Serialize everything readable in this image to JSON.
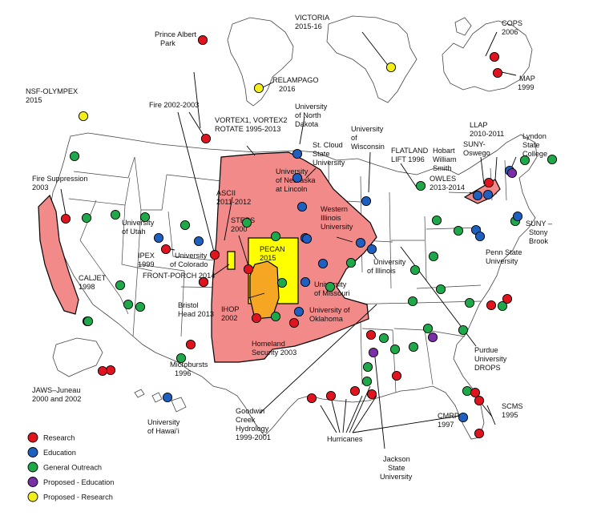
{
  "colors": {
    "research": "#e0141e",
    "education": "#1f5fbf",
    "outreach": "#1fa84a",
    "proposed_education": "#7a2fa6",
    "proposed_research": "#f2ee1a",
    "campaign_region": "#f28a8a",
    "pecan_region": "#ffff00",
    "ihop_region": "#f5a623"
  },
  "legend": [
    {
      "key": "research",
      "label": "Research"
    },
    {
      "key": "education",
      "label": "Education"
    },
    {
      "key": "outreach",
      "label": "General Outreach"
    },
    {
      "key": "proposed_education",
      "label": "Proposed - Education"
    },
    {
      "key": "proposed_research",
      "label": "Proposed - Research"
    }
  ],
  "labels": {
    "prince_albert": [
      "Prince Albert",
      "Park"
    ],
    "nsf_olympex": [
      "NSF-OLYMPEX",
      "2015"
    ],
    "fire_2002": [
      "Fire 2002-2003"
    ],
    "fire_suppression": [
      "Fire Suppression",
      "2003"
    ],
    "caljet": [
      "CALJET",
      "1998"
    ],
    "univ_utah": [
      "University",
      "of Utah"
    ],
    "ipex": [
      "IPEX",
      "1999"
    ],
    "univ_colorado": [
      "University",
      "of Colorado"
    ],
    "front_porch": [
      "FRONT-PORCH 2014"
    ],
    "bristol_head": [
      "Bristol",
      "Head 2013"
    ],
    "ihop": [
      "IHOP",
      "2002"
    ],
    "microbursts": [
      "Microbursts",
      "1996"
    ],
    "jaws": [
      "JAWS–Juneau",
      "2000 and 2002"
    ],
    "univ_hawaii": [
      "University",
      "of Hawai’i"
    ],
    "victoria": [
      "VICTORIA",
      "2015-16"
    ],
    "relampago": [
      "RELAMPAGO",
      "2016"
    ],
    "cops": [
      "COPS",
      "2006"
    ],
    "map_1999": [
      "MAP",
      "1999"
    ],
    "vortex": [
      "VORTEX1, VORTEX2",
      "ROTATE 1995-2013"
    ],
    "univ_north_dakota": [
      "University",
      "of North",
      "Dakota"
    ],
    "st_cloud": [
      "St. Cloud",
      "State",
      "University"
    ],
    "univ_wisconsin": [
      "University",
      "of",
      "Wisconsin"
    ],
    "flatland": [
      "FLATLAND",
      "LIFT 1996"
    ],
    "llap": [
      "LLAP",
      "2010-2011"
    ],
    "suny_oswego": [
      "SUNY-",
      "Oswego"
    ],
    "lyndon": [
      "Lyndon",
      "State",
      "College"
    ],
    "hobart": [
      "Hobart",
      "William",
      "Smith"
    ],
    "owles": [
      "OWLES",
      "2013-2014"
    ],
    "univ_nebraska": [
      "University",
      "of Nebraska",
      "at Lincoln"
    ],
    "ascii": [
      "ASCII",
      "2011-2012"
    ],
    "steps": [
      "STEPS",
      "2000"
    ],
    "pecan": [
      "PECAN",
      "2015"
    ],
    "western_illinois": [
      "Western",
      "Illinois",
      "University"
    ],
    "univ_illinois": [
      "University",
      "of Illinois"
    ],
    "univ_missouri": [
      "University",
      "of Missouri"
    ],
    "univ_oklahoma": [
      "University of",
      "Oklahoma"
    ],
    "homeland": [
      "Homeland",
      "Security 2003"
    ],
    "suny_stony": [
      "SUNY –",
      "Stony",
      "Brook"
    ],
    "penn_state": [
      "Penn State",
      "University"
    ],
    "purdue": [
      "Purdue",
      "University",
      "DROPS"
    ],
    "scms": [
      "SCMS",
      "1995"
    ],
    "cmrp": [
      "CMRP",
      "1997"
    ],
    "hurricanes": [
      "Hurricanes"
    ],
    "goodwin": [
      "Goodwin",
      "Creek",
      "Hydrology",
      "1999-2001"
    ],
    "jackson": [
      "Jackson",
      "State",
      "University"
    ]
  },
  "markers": [
    {
      "type": "research",
      "name": "prince-albert"
    },
    {
      "type": "proposed_research",
      "name": "olympex"
    },
    {
      "type": "research",
      "name": "fire"
    },
    {
      "type": "outreach",
      "name": "washington"
    },
    {
      "type": "research",
      "name": "fire-suppression"
    },
    {
      "type": "outreach",
      "name": "oregon"
    },
    {
      "type": "outreach",
      "name": "idaho"
    },
    {
      "type": "outreach",
      "name": "montana"
    },
    {
      "type": "education",
      "name": "utah"
    },
    {
      "type": "research",
      "name": "ipex"
    },
    {
      "type": "outreach",
      "name": "nevada"
    },
    {
      "type": "outreach",
      "name": "wyoming"
    },
    {
      "type": "research",
      "name": "colorado-research"
    },
    {
      "type": "education",
      "name": "colorado"
    },
    {
      "type": "research",
      "name": "front-porch"
    },
    {
      "type": "outreach",
      "name": "california"
    },
    {
      "type": "outreach",
      "name": "california-south"
    },
    {
      "type": "research",
      "name": "bristol-head"
    },
    {
      "type": "outreach",
      "name": "arizona"
    },
    {
      "type": "research",
      "name": "microbursts"
    },
    {
      "type": "outreach",
      "name": "new-mexico"
    },
    {
      "type": "research",
      "name": "jaws-1"
    },
    {
      "type": "research",
      "name": "jaws-2"
    },
    {
      "type": "outreach",
      "name": "alaska"
    },
    {
      "type": "education",
      "name": "hawaii"
    },
    {
      "type": "proposed_research",
      "name": "relampago"
    },
    {
      "type": "proposed_research",
      "name": "victoria"
    },
    {
      "type": "research",
      "name": "cops"
    },
    {
      "type": "research",
      "name": "map"
    },
    {
      "type": "education",
      "name": "north-dakota"
    },
    {
      "type": "outreach",
      "name": "south-dakota"
    },
    {
      "type": "education",
      "name": "st-cloud"
    },
    {
      "type": "education",
      "name": "wisconsin"
    },
    {
      "type": "education",
      "name": "minnesota"
    },
    {
      "type": "education",
      "name": "iowa"
    },
    {
      "type": "outreach",
      "name": "nebraska"
    },
    {
      "type": "education",
      "name": "nebraska"
    },
    {
      "type": "education",
      "name": "kansas"
    },
    {
      "type": "research",
      "name": "steps"
    },
    {
      "type": "outreach",
      "name": "pecan"
    },
    {
      "type": "education",
      "name": "western-illinois"
    },
    {
      "type": "education",
      "name": "illinois"
    },
    {
      "type": "education",
      "name": "missouri"
    },
    {
      "type": "outreach",
      "name": "missouri-outreach"
    },
    {
      "type": "education",
      "name": "oklahoma"
    },
    {
      "type": "research",
      "name": "homeland"
    },
    {
      "type": "outreach",
      "name": "texas"
    },
    {
      "type": "research",
      "name": "texas-south"
    },
    {
      "type": "outreach",
      "name": "arkansas"
    },
    {
      "type": "outreach",
      "name": "michigan"
    },
    {
      "type": "outreach",
      "name": "indiana"
    },
    {
      "type": "outreach",
      "name": "ohio"
    },
    {
      "type": "education",
      "name": "purdue"
    },
    {
      "type": "outreach",
      "name": "kentucky"
    },
    {
      "type": "outreach",
      "name": "tennessee"
    },
    {
      "type": "outreach",
      "name": "west-virginia"
    },
    {
      "type": "outreach",
      "name": "pennsylvania"
    },
    {
      "type": "education",
      "name": "penn-state"
    },
    {
      "type": "outreach",
      "name": "new-jersey"
    },
    {
      "type": "education",
      "name": "stony-brook"
    },
    {
      "type": "research",
      "name": "owles"
    },
    {
      "type": "education",
      "name": "hobart"
    },
    {
      "type": "education",
      "name": "suny-oswego"
    },
    {
      "type": "education",
      "name": "lyndon"
    },
    {
      "type": "proposed_education",
      "name": "vermont"
    },
    {
      "type": "outreach",
      "name": "massachusetts"
    },
    {
      "type": "outreach",
      "name": "maine"
    },
    {
      "type": "outreach",
      "name": "virginia"
    },
    {
      "type": "research",
      "name": "virginia-research-1"
    },
    {
      "type": "research",
      "name": "virginia-research-2"
    },
    {
      "type": "outreach",
      "name": "north-carolina"
    },
    {
      "type": "outreach",
      "name": "carolina-2"
    },
    {
      "type": "proposed_education",
      "name": "georgia"
    },
    {
      "type": "outreach",
      "name": "georgia-2"
    },
    {
      "type": "outreach",
      "name": "alabama"
    },
    {
      "type": "research",
      "name": "mississippi"
    },
    {
      "type": "proposed_education",
      "name": "jackson"
    },
    {
      "type": "outreach",
      "name": "louisiana"
    },
    {
      "type": "research",
      "name": "gulf-1"
    },
    {
      "type": "research",
      "name": "gulf-2"
    },
    {
      "type": "research",
      "name": "gulf-3"
    },
    {
      "type": "research",
      "name": "gulf-4"
    },
    {
      "type": "research",
      "name": "gulf-5"
    },
    {
      "type": "outreach",
      "name": "florida"
    },
    {
      "type": "education",
      "name": "florida-edu"
    },
    {
      "type": "research",
      "name": "scms-1"
    },
    {
      "type": "research",
      "name": "scms-2"
    },
    {
      "type": "research",
      "name": "cmrp"
    },
    {
      "type": "outreach",
      "name": "south-carolina"
    },
    {
      "type": "outreach",
      "name": "mississippi-outreach"
    },
    {
      "type": "outreach",
      "name": "alabama-2"
    }
  ]
}
